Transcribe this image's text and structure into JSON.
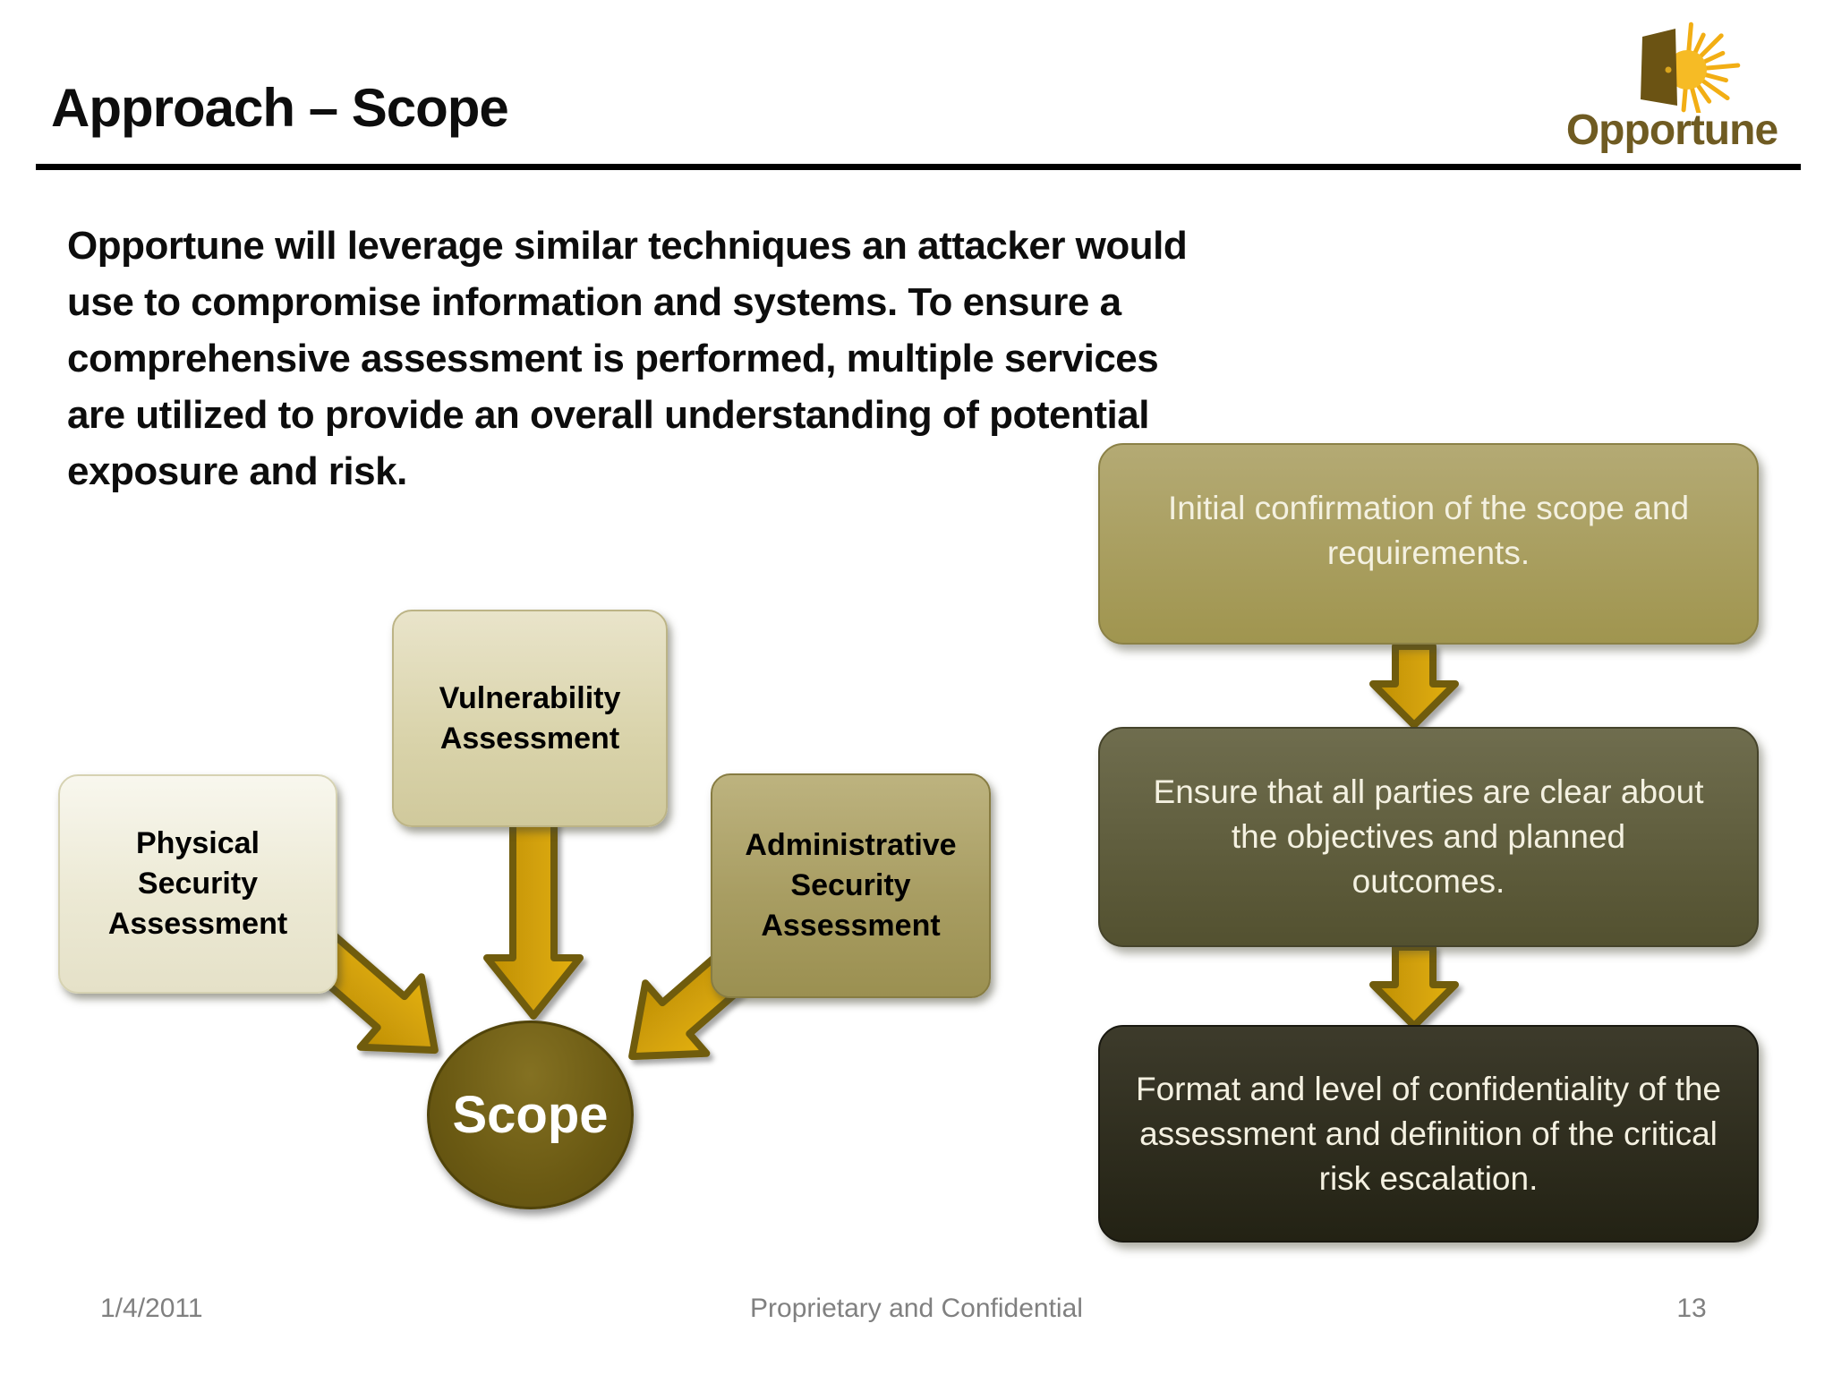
{
  "header": {
    "title": "Approach – Scope",
    "logo_text": "Opportune"
  },
  "intro": {
    "lines": [
      "Opportune will leverage similar techniques an attacker would",
      "use to compromise information and systems.  To ensure a",
      "comprehensive assessment is performed, multiple services",
      "are utilized to provide an overall understanding of potential",
      "exposure and risk."
    ]
  },
  "diagram": {
    "nodes": [
      {
        "id": "physical",
        "label": [
          "Physical",
          "Security",
          "Assessment"
        ]
      },
      {
        "id": "vulnerability",
        "label": [
          "Vulnerability",
          "Assessment"
        ]
      },
      {
        "id": "administrative",
        "label": [
          "Administrative",
          "Security",
          "Assessment"
        ]
      }
    ],
    "hub_label": "Scope"
  },
  "process": {
    "steps": [
      {
        "text": "Initial confirmation of the scope and requirements."
      },
      {
        "text": "Ensure that all parties are clear about the objectives and planned outcomes."
      },
      {
        "text": "Format and level of confidentiality of the assessment and definition of the critical risk escalation."
      }
    ]
  },
  "footer": {
    "date": "1/4/2011",
    "label": "Proprietary and Confidential",
    "page": "13"
  },
  "colors": {
    "arrow_gold": "#D7A402",
    "arrow_outline": "#6F5C0E",
    "step1_bg": "#A89D5F",
    "step2_bg": "#5D5B39",
    "step3_bg": "#2C2B1E",
    "hub_bg": "#6B5A13",
    "logo_brown": "#6F5B22"
  }
}
